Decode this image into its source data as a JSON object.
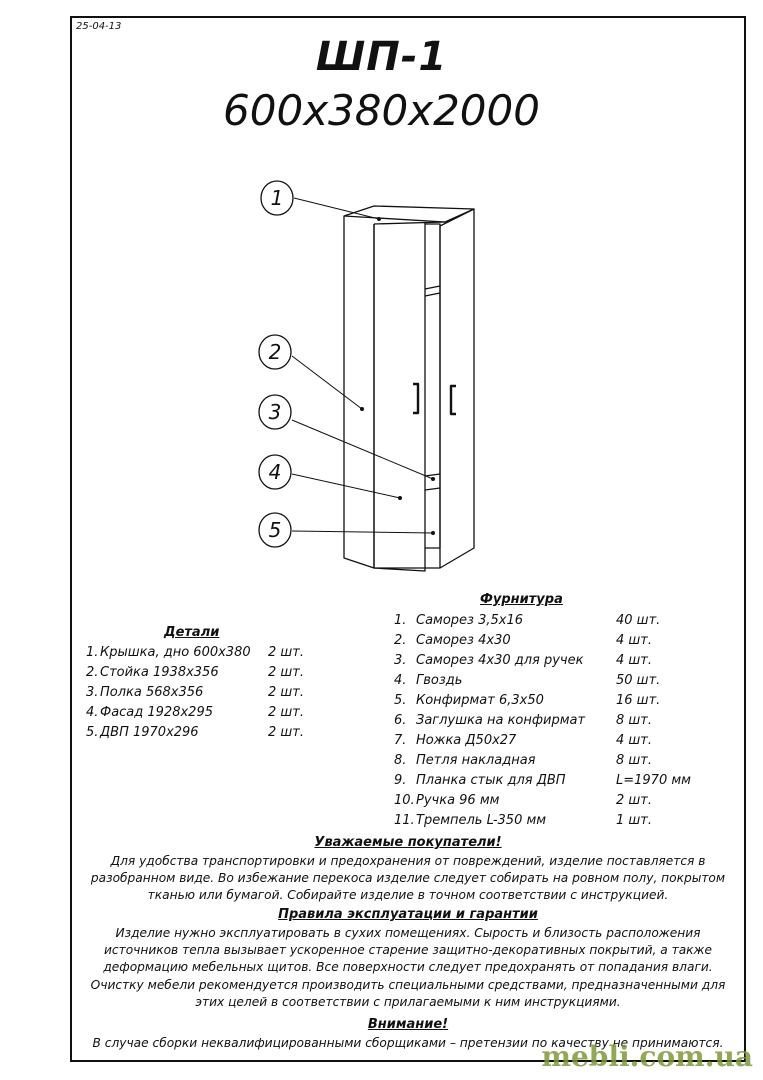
{
  "header": {
    "date": "25-04-13",
    "title": "ШП-1",
    "dimensions": "600x380x2000"
  },
  "callouts": [
    "1",
    "2",
    "3",
    "4",
    "5"
  ],
  "details": {
    "heading": "Детали",
    "items": [
      {
        "num": "1.",
        "name": "Крышка, дно 600x380",
        "qty": "2 шт."
      },
      {
        "num": "2.",
        "name": "Стойка 1938x356",
        "qty": "2 шт."
      },
      {
        "num": "3.",
        "name": "Полка 568x356",
        "qty": "2 шт."
      },
      {
        "num": "4.",
        "name": "Фасад 1928x295",
        "qty": "2 шт."
      },
      {
        "num": "5.",
        "name": "ДВП 1970x296",
        "qty": "2 шт."
      }
    ]
  },
  "fittings": {
    "heading": "Фурнитура",
    "items": [
      {
        "num": "1.",
        "name": "Саморез 3,5x16",
        "qty": "40 шт."
      },
      {
        "num": "2.",
        "name": "Саморез 4x30",
        "qty": "4 шт."
      },
      {
        "num": "3.",
        "name": "Саморез 4x30 для ручек",
        "qty": "4 шт."
      },
      {
        "num": "4.",
        "name": "Гвоздь",
        "qty": "50 шт."
      },
      {
        "num": "5.",
        "name": "Конфирмат 6,3x50",
        "qty": "16 шт."
      },
      {
        "num": "6.",
        "name": "Заглушка на конфирмат",
        "qty": "8 шт."
      },
      {
        "num": "7.",
        "name": "Ножка Д50x27",
        "qty": "4 шт."
      },
      {
        "num": "8.",
        "name": "Петля накладная",
        "qty": "8 шт."
      },
      {
        "num": "9.",
        "name": "Планка стык для ДВП",
        "qty": "L=1970 мм"
      },
      {
        "num": "10.",
        "name": "Ручка 96 мм",
        "qty": "2 шт."
      },
      {
        "num": "11.",
        "name": "Тремпель L-350 мм",
        "qty": "1 шт."
      }
    ]
  },
  "notes": {
    "customers_title": "Уважаемые покупатели!",
    "customers_text": "Для удобства транспортировки и предохранения от повреждений, изделие поставляется в разобранном виде. Во избежание перекоса изделие следует собирать на ровном полу, покрытом тканью или бумагой. Собирайте изделие в точном соответствии с инструкцией.",
    "rules_title": "Правила эксплуатации и гарантии",
    "rules_text": "Изделие нужно эксплуатировать в сухих помещениях. Сырость и близость расположения источников тепла вызывает ускоренное старение защитно-декоративных покрытий, а также деформацию мебельных щитов. Все поверхности следует предохранять от попадания влаги. Очистку мебели рекомендуется производить специальными средствами, предназначенными для этих целей в соответствии с прилагаемыми к ним инструкциями.",
    "attention_title": "Внимание!",
    "attention_text": "В случае сборки неквалифицированными сборщиками – претензии по качеству не принимаются."
  },
  "watermark": "mebli.com.ua"
}
